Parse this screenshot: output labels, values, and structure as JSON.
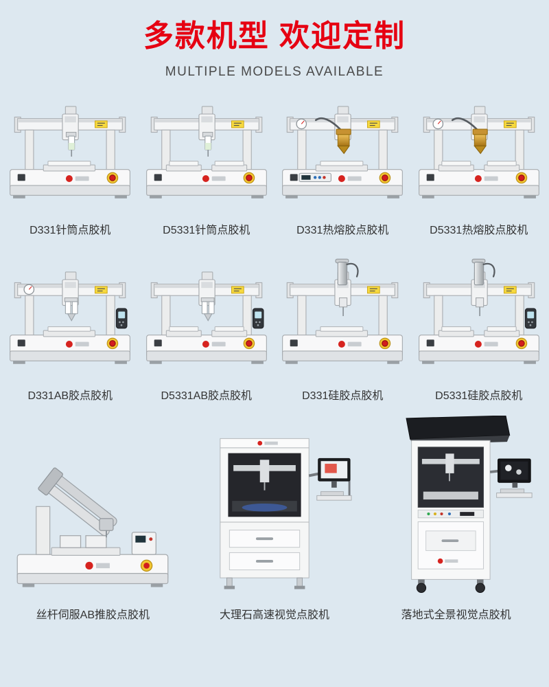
{
  "header": {
    "title": "多款机型 欢迎定制",
    "subtitle": "MULTIPLE MODELS AVAILABLE"
  },
  "colors": {
    "accent_red": "#e60012",
    "background": "#dde8f0",
    "label_text": "#333333",
    "hotmelt_head_gold": "#c8962c",
    "estop_red": "#d21d1d"
  },
  "rows": [
    {
      "items": [
        {
          "label": "D331针筒点胶机"
        },
        {
          "label": "D5331针筒点胶机"
        },
        {
          "label": "D331热熔胶点胶机"
        },
        {
          "label": "D5331热熔胶点胶机"
        }
      ]
    },
    {
      "items": [
        {
          "label": "D331AB胶点胶机"
        },
        {
          "label": "D5331AB胶点胶机"
        },
        {
          "label": "D331硅胶点胶机"
        },
        {
          "label": "D5331硅胶点胶机"
        }
      ]
    },
    {
      "items": [
        {
          "label": "丝杆伺服AB推胶点胶机"
        },
        {
          "label": "大理石高速视觉点胶机"
        },
        {
          "label": "落地式全景视觉点胶机"
        }
      ]
    }
  ]
}
